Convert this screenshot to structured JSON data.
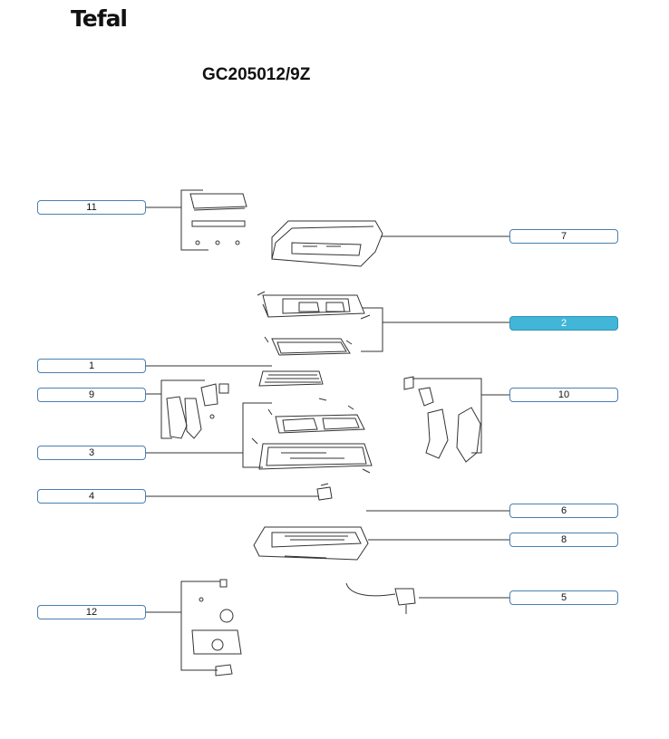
{
  "brand": "Tefal",
  "model": "GC205012/9Z",
  "callouts": [
    {
      "id": "11",
      "label": "11",
      "selected": false
    },
    {
      "id": "7",
      "label": "7",
      "selected": false
    },
    {
      "id": "2",
      "label": "2",
      "selected": true
    },
    {
      "id": "1",
      "label": "1",
      "selected": false
    },
    {
      "id": "9",
      "label": "9",
      "selected": false
    },
    {
      "id": "10",
      "label": "10",
      "selected": false
    },
    {
      "id": "3",
      "label": "3",
      "selected": false
    },
    {
      "id": "4",
      "label": "4",
      "selected": false
    },
    {
      "id": "6",
      "label": "6",
      "selected": false
    },
    {
      "id": "8",
      "label": "8",
      "selected": false
    },
    {
      "id": "5",
      "label": "5",
      "selected": false
    },
    {
      "id": "12",
      "label": "12",
      "selected": false
    }
  ],
  "colors": {
    "selected": "#41b6d8",
    "border": "#4a7fb0",
    "line": "#333333"
  }
}
